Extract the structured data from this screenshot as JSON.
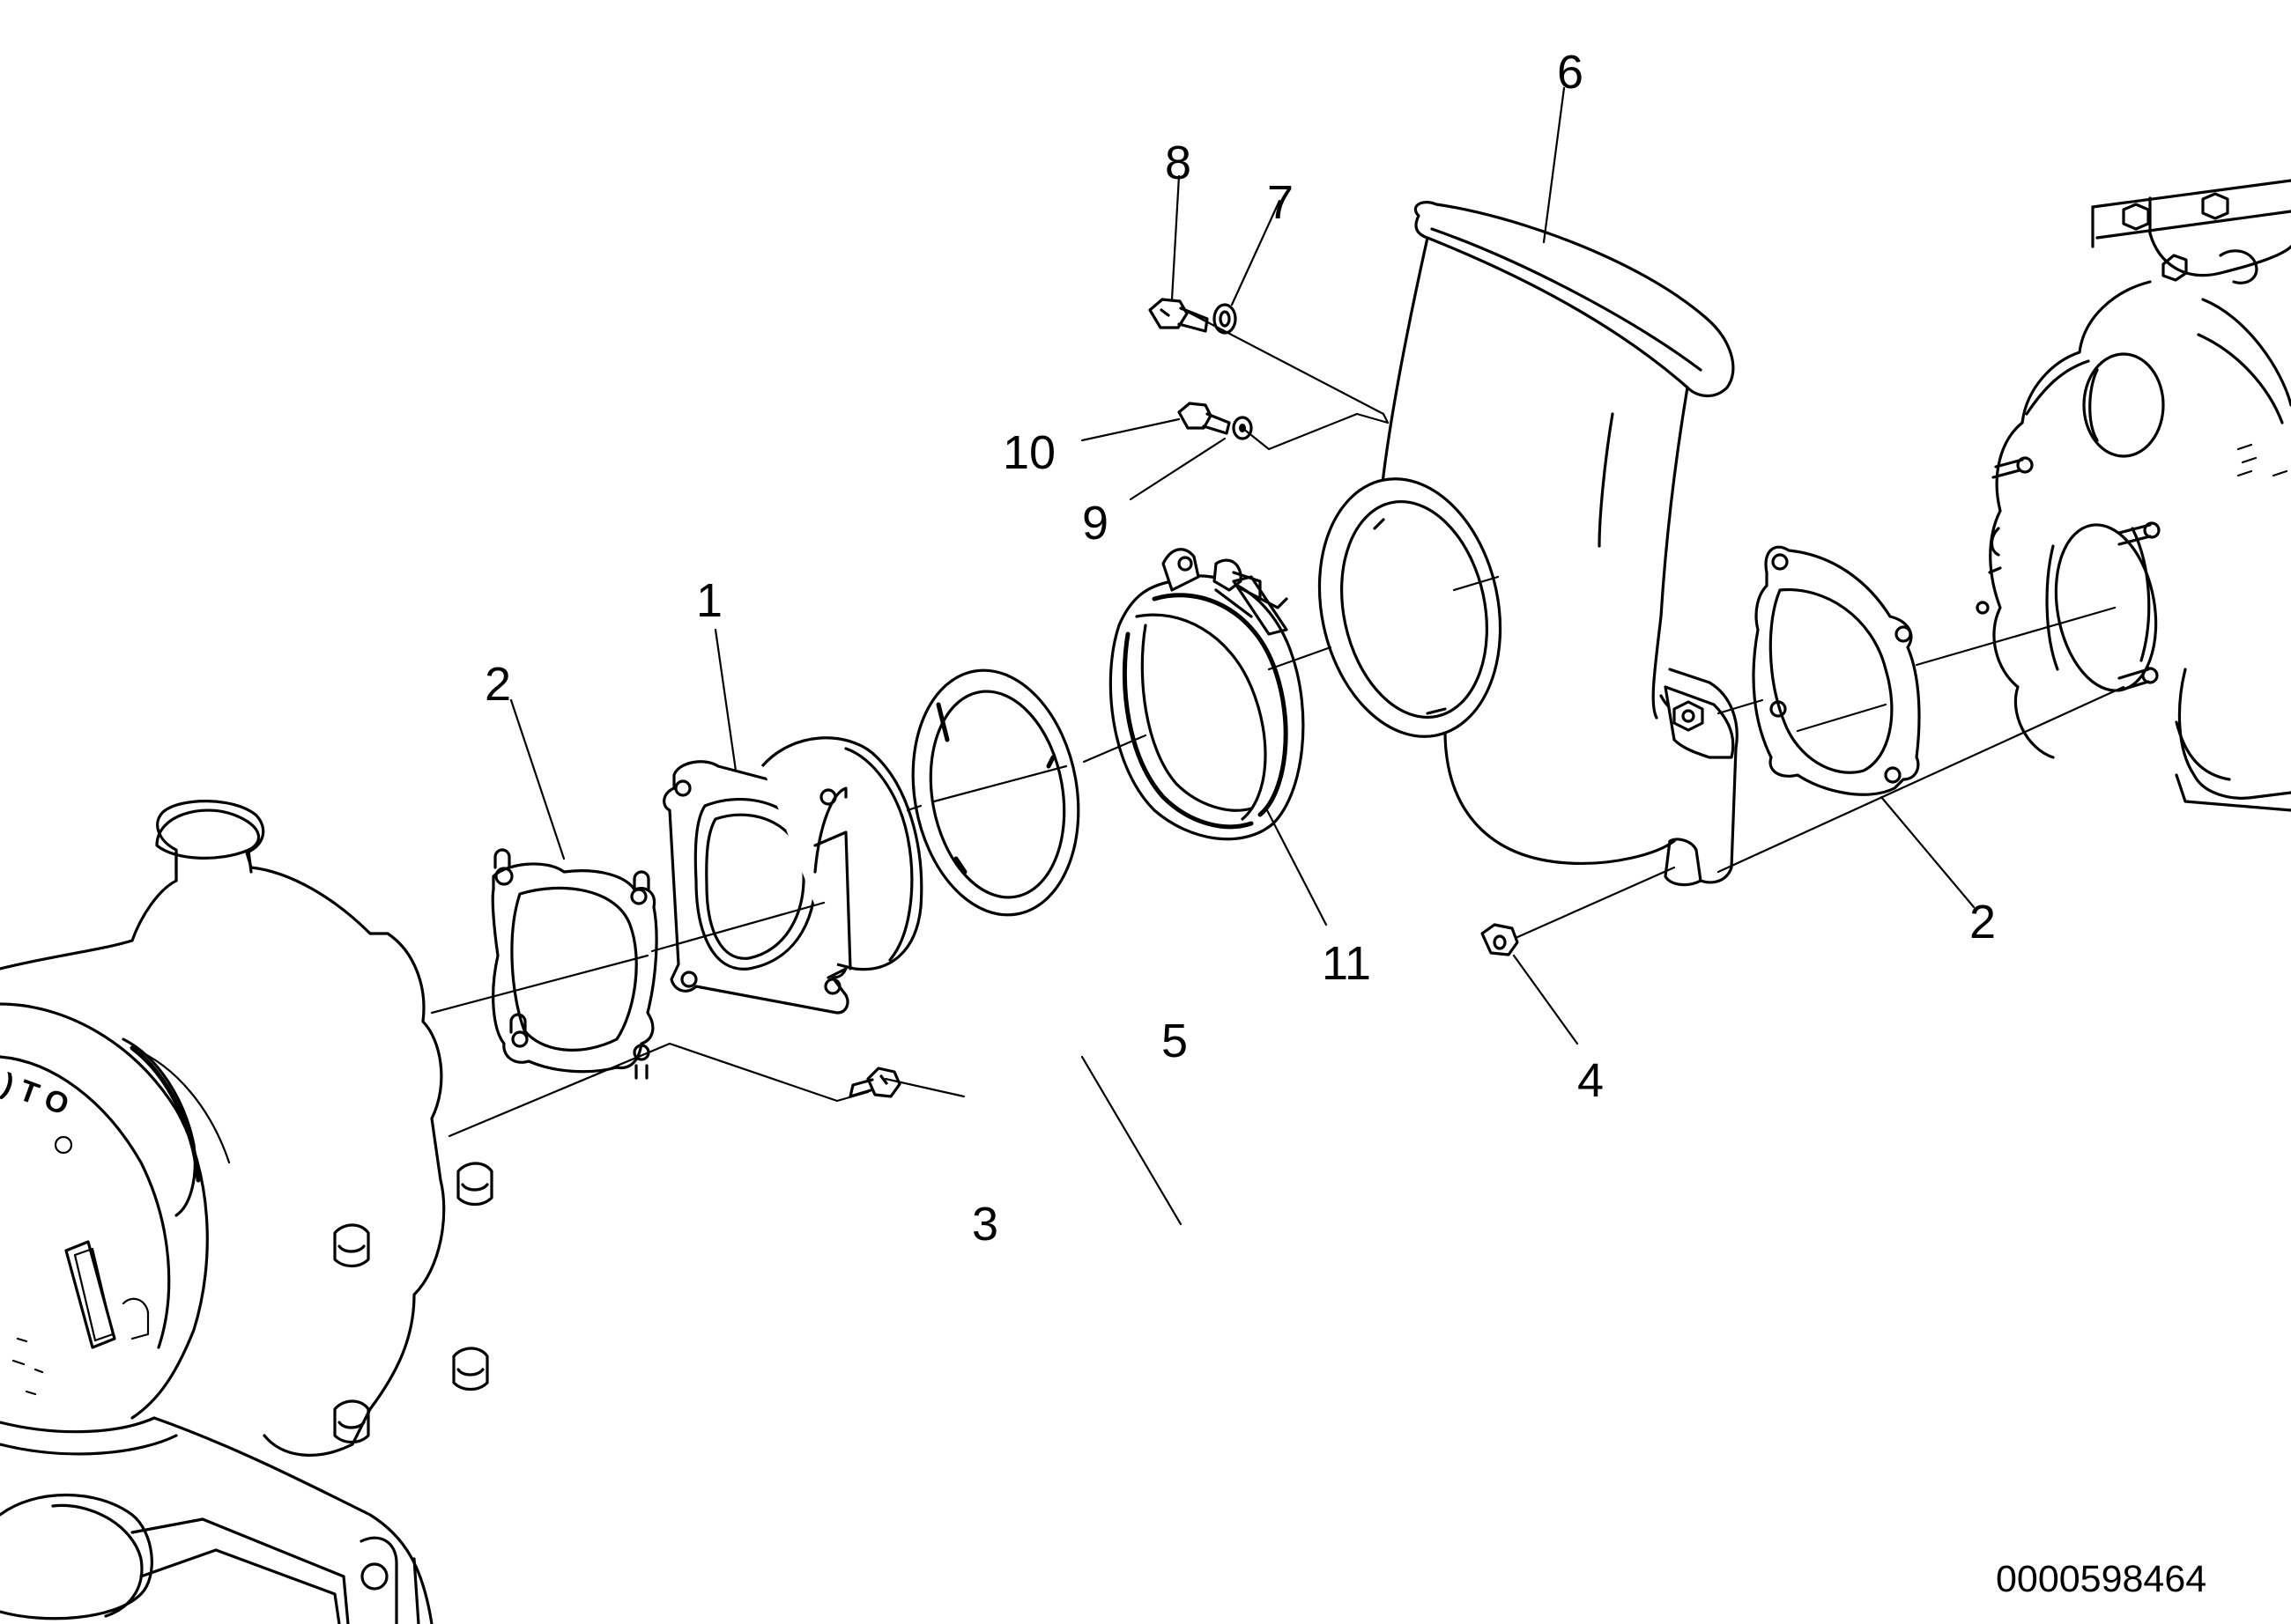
{
  "diagram": {
    "document_number": "0000598464",
    "callouts": [
      {
        "id": "c1",
        "label": "1"
      },
      {
        "id": "c2a",
        "label": "2"
      },
      {
        "id": "c2b",
        "label": "2"
      },
      {
        "id": "c3",
        "label": "3"
      },
      {
        "id": "c4",
        "label": "4"
      },
      {
        "id": "c5",
        "label": "5"
      },
      {
        "id": "c6",
        "label": "6"
      },
      {
        "id": "c7",
        "label": "7"
      },
      {
        "id": "c8",
        "label": "8"
      },
      {
        "id": "c9",
        "label": "9"
      },
      {
        "id": "c10",
        "label": "10"
      },
      {
        "id": "c11",
        "label": "11"
      }
    ]
  }
}
